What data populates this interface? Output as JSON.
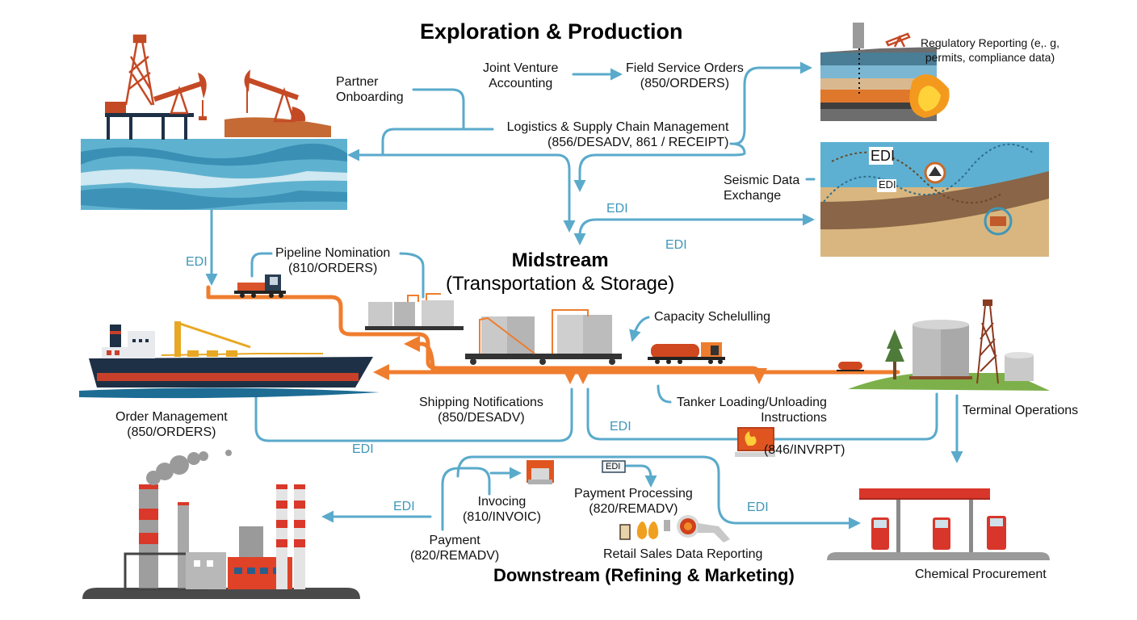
{
  "diagram": {
    "title": "EDI Flows Across the Oil & Gas Value Chain",
    "colors": {
      "edi_connector": "#5aaacb",
      "pipeline": "#ef7d2e",
      "water": "#4aa3c4",
      "rig_red": "#c44a25",
      "tank_gray": "#bdbdbd",
      "ship_hull": "#1e3045",
      "ship_stripe": "#c9402a",
      "grass": "#7db04a",
      "station_red": "#d8362a"
    },
    "sections": {
      "upstream": "Exploration & Production",
      "midstream_line1": "Midstream",
      "midstream_line2": "(Transportation & Storage)",
      "downstream": "Downstream (Refining & Marketing)"
    },
    "processes": {
      "partner_onboarding": [
        "Partner",
        "Onboarding"
      ],
      "joint_venture": [
        "Joint Venture",
        "Accounting"
      ],
      "field_service": [
        "Field Service Orders",
        "(850/ORDERS)"
      ],
      "regulatory": [
        "Regulatory Reporting (e,. g,",
        "permits, compliance data)"
      ],
      "logistics": [
        "Logistics & Supply Chain Management",
        "(856/DESADV, 861 / RECEIPT)"
      ],
      "seismic": [
        "Seismic Data",
        "Exchange"
      ],
      "pipeline_nomination": [
        "Pipeline Nomination",
        "(810/ORDERS)"
      ],
      "capacity": "Capacity Schelulling",
      "order_management": [
        "Order Management",
        "(850/ORDERS)"
      ],
      "shipping": [
        "Shipping Notifications",
        "(850/DESADV)"
      ],
      "tanker": [
        "Tanker Loading/Unloading",
        "Instructions"
      ],
      "terminal": "Terminal Operations",
      "inventory": "(846/INVRPT)",
      "invoicing": [
        "Invocing",
        "(810/INVOIC)"
      ],
      "payment_processing": [
        "Payment Processing",
        "(820/REMADV)"
      ],
      "payment": [
        "Payment",
        "(820/REMADV)"
      ],
      "retail_sales": "Retail Sales Data Reporting",
      "chemical": "Chemical Procurement"
    },
    "edi_label": "EDI",
    "seismic_panel_tags": [
      "EDI",
      "EDI"
    ],
    "payment_doc_tag": "EDI",
    "icons": [
      "offshore-rig-icon",
      "pumpjack-icon",
      "ocean-icon",
      "geology-cross-section-icon",
      "seismic-map-icon",
      "truck-icon",
      "storage-tanks-icon",
      "tanker-ship-icon",
      "rail-tanker-icon",
      "terminal-tank-icon",
      "derrick-icon",
      "tree-icon",
      "monitor-icon",
      "printer-icon",
      "edi-document-icon",
      "refinery-icon",
      "gas-station-icon",
      "fuel-drops-icon",
      "pipe-valve-icon"
    ]
  }
}
